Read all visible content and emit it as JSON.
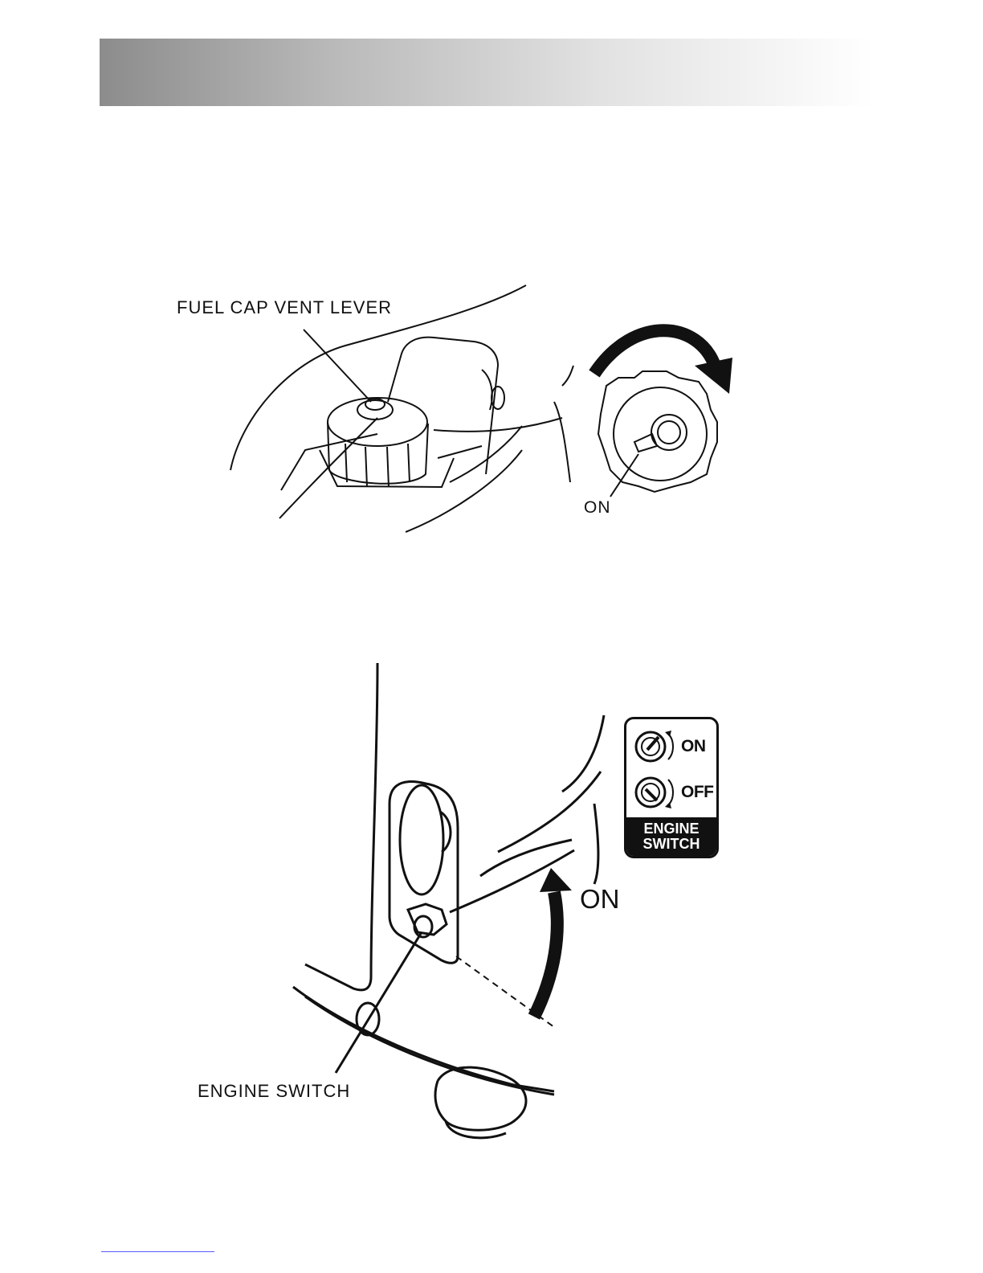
{
  "figure1": {
    "label_fuel_cap": "FUEL CAP VENT LEVER",
    "label_on": "ON"
  },
  "figure2": {
    "label_on": "ON",
    "label_engine_switch": "ENGINE SWITCH",
    "badge": {
      "on_text": "ON",
      "off_text": "OFF",
      "title_line1": "ENGINE",
      "title_line2": "SWITCH"
    }
  }
}
